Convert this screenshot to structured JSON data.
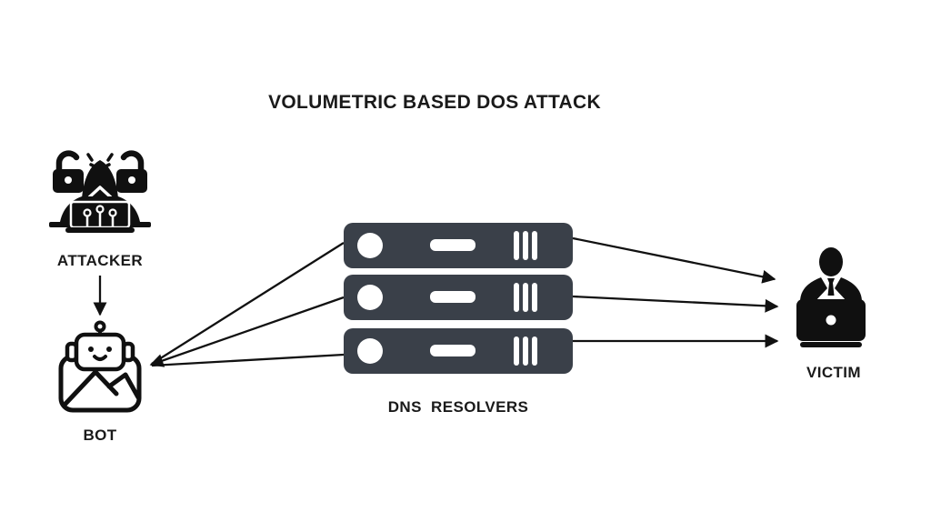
{
  "title": "VOLUMETRIC BASED DOS ATTACK",
  "nodes": {
    "attacker": {
      "label": "ATTACKER",
      "icon": "hooded-hacker-at-laptop-with-open-padlocks"
    },
    "bot": {
      "label": "BOT",
      "icon": "robot-head-over-image-frame"
    },
    "dns_resolvers": {
      "label": "DNS  RESOLVERS",
      "icon": "server-rack",
      "server_count": 3
    },
    "victim": {
      "label": "VICTIM",
      "icon": "person-in-suit-at-laptop"
    }
  },
  "edges": [
    {
      "from": "attacker",
      "to": "bot",
      "arrowhead": "at-bot"
    },
    {
      "from": "dns-resolver-1",
      "to": "bot",
      "arrowhead": "none"
    },
    {
      "from": "dns-resolver-2",
      "to": "bot",
      "arrowhead": "at-bot"
    },
    {
      "from": "dns-resolver-3",
      "to": "bot",
      "arrowhead": "none"
    },
    {
      "from": "dns-resolver-1",
      "to": "victim",
      "arrowhead": "at-victim"
    },
    {
      "from": "dns-resolver-2",
      "to": "victim",
      "arrowhead": "at-victim"
    },
    {
      "from": "dns-resolver-3",
      "to": "victim",
      "arrowhead": "at-victim"
    }
  ],
  "colors": {
    "background": "#ffffff",
    "text": "#1a1a1a",
    "icon": "#101010",
    "server_fill": "#3a4049",
    "line": "#111111"
  }
}
